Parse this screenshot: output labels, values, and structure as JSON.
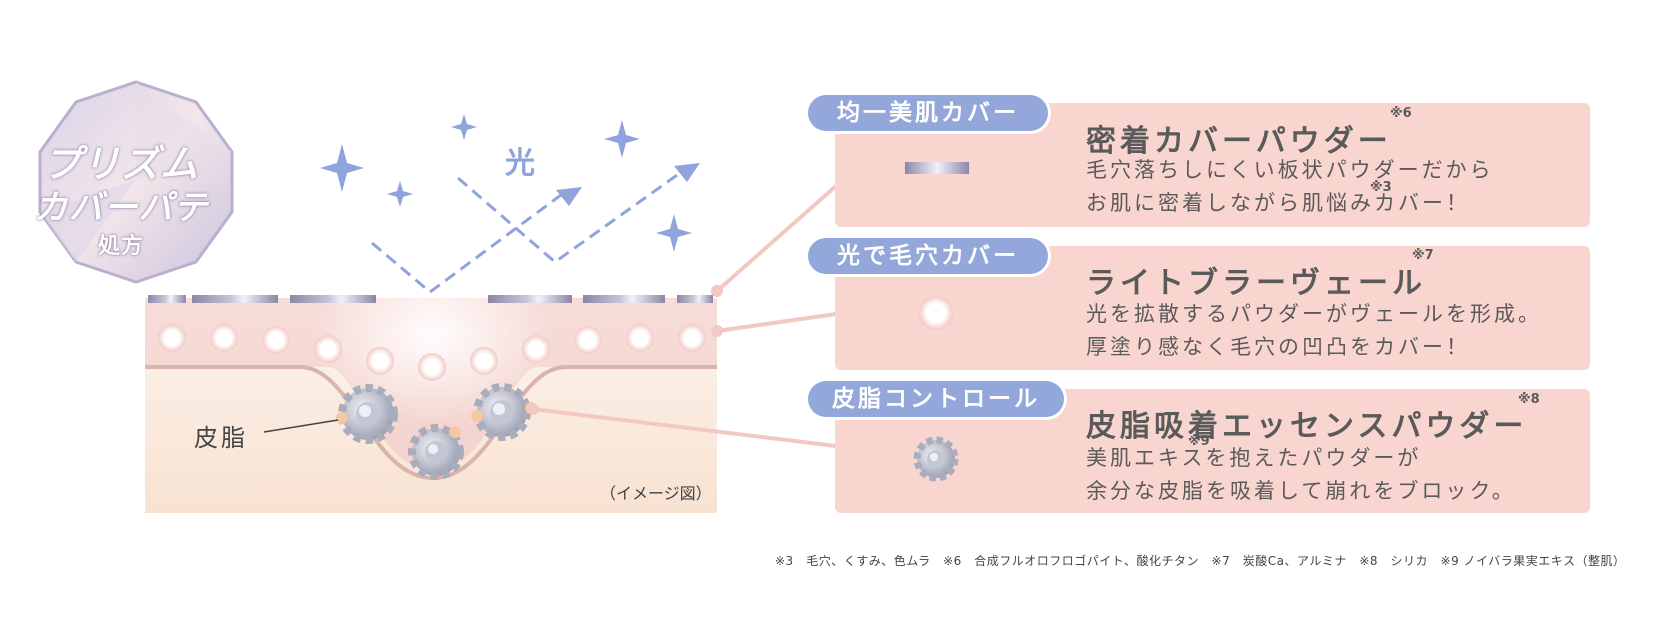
{
  "badge": {
    "line1": "プリズム",
    "line2": "カバーパテ",
    "line3": "処方"
  },
  "diagram": {
    "light_label": "光",
    "sebum_label": "皮脂",
    "image_note": "（イメージ図）"
  },
  "features": [
    {
      "tag": "均一美肌カバー",
      "title": "密着カバーパウダー",
      "title_note": "※6",
      "desc_line1": "毛穴落ちしにくい板状パウダーだから",
      "desc_line2": "お肌に密着しながら肌悩みカバー！",
      "desc_note": "※3",
      "icon": "plate-powder-icon"
    },
    {
      "tag": "光で毛穴カバー",
      "title": "ライトブラーヴェール",
      "title_note": "※7",
      "desc_line1": "光を拡散するパウダーがヴェールを形成。",
      "desc_line2": "厚塗り感なく毛穴の凹凸をカバー！",
      "icon": "light-sphere-icon"
    },
    {
      "tag": "皮脂コントロール",
      "title": "皮脂吸着エッセンスパウダー",
      "title_note": "※8",
      "desc_line1": "美肌エキスを抱えたパウダーが",
      "desc_line2": "余分な皮脂を吸着して崩れをブロック。",
      "desc_note": "※9",
      "icon": "gear-powder-icon"
    }
  ],
  "footnotes": "※3　毛穴、くすみ、色ムラ　※6　合成フルオロフロゴパイト、酸化チタン　※7　炭酸Ca、アルミナ　※8　シリカ　※9 ノイバラ果実エキス（整肌）",
  "colors": {
    "accent_blue": "#93a7db",
    "panel_pink": "#f9d5d0",
    "skin_light": "#fbe9dc"
  }
}
